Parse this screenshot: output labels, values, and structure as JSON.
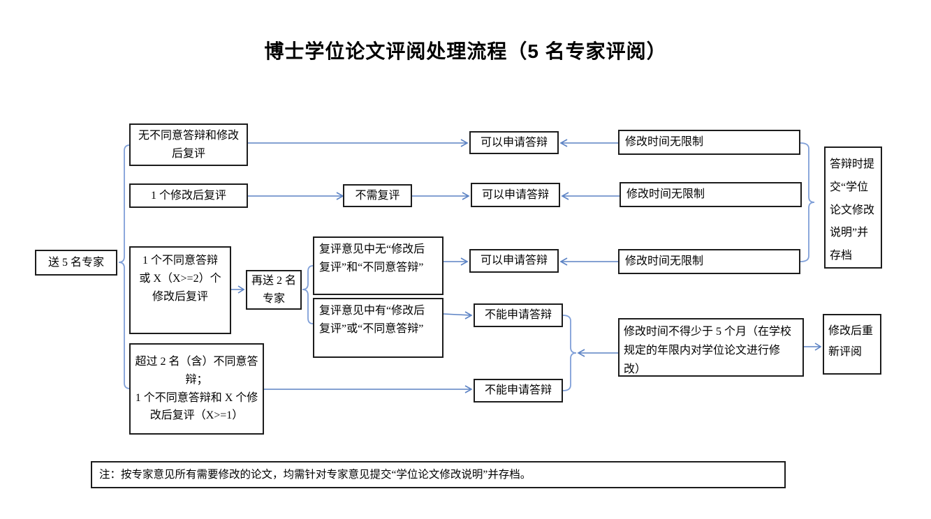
{
  "title": "博士学位论文评阅处理流程（5 名专家评阅）",
  "colors": {
    "connector_blue": "#5b82c4",
    "bracket_blue": "#7f9fd8",
    "box_border": "#1c1c1c",
    "background": "#ffffff"
  },
  "nodes": {
    "start": "送 5 名专家",
    "branch_no_objection": "无不同意答辩和修改\n后复评",
    "branch_one_recheck": "1 个修改后复评",
    "branch_one_disagree": "1 个不同意答辩\n或 X（X>=2）个\n修改后复评",
    "branch_over_two": "超过 2 名（含）不同意答\n辩；\n1 个不同意答辩和 X 个修\n改后复评（X>=1）",
    "resend_two": "再送 2 名\n专家",
    "no_recheck_needed": "不需复评",
    "recheck_without": "复评意见中无“修改后\n复评”和“不同意答辩”",
    "recheck_with": "复评意见中有“修改后\n复评”或“不同意答辩”",
    "can_apply_1": "可以申请答辩",
    "can_apply_2": "可以申请答辩",
    "can_apply_3": "可以申请答辩",
    "time_unlimited_1": "修改时间无限制",
    "time_unlimited_2": "修改时间无限制",
    "time_unlimited_3": "修改时间无限制",
    "cannot_apply_1": "不能申请答辩",
    "cannot_apply_2": "不能申请答辩",
    "archive_statement": "答辩时提\n交“学位\n论文修改\n说明”并\n存档",
    "five_months": "修改时间不得少于 5 个月（在学校\n规定的年限内对学位论文进行修\n改）",
    "rereview": "修改后重\n新评阅",
    "footnote": "注：按专家意见所有需要修改的论文，均需针对专家意见提交“学位论文修改说明”并存档。"
  }
}
